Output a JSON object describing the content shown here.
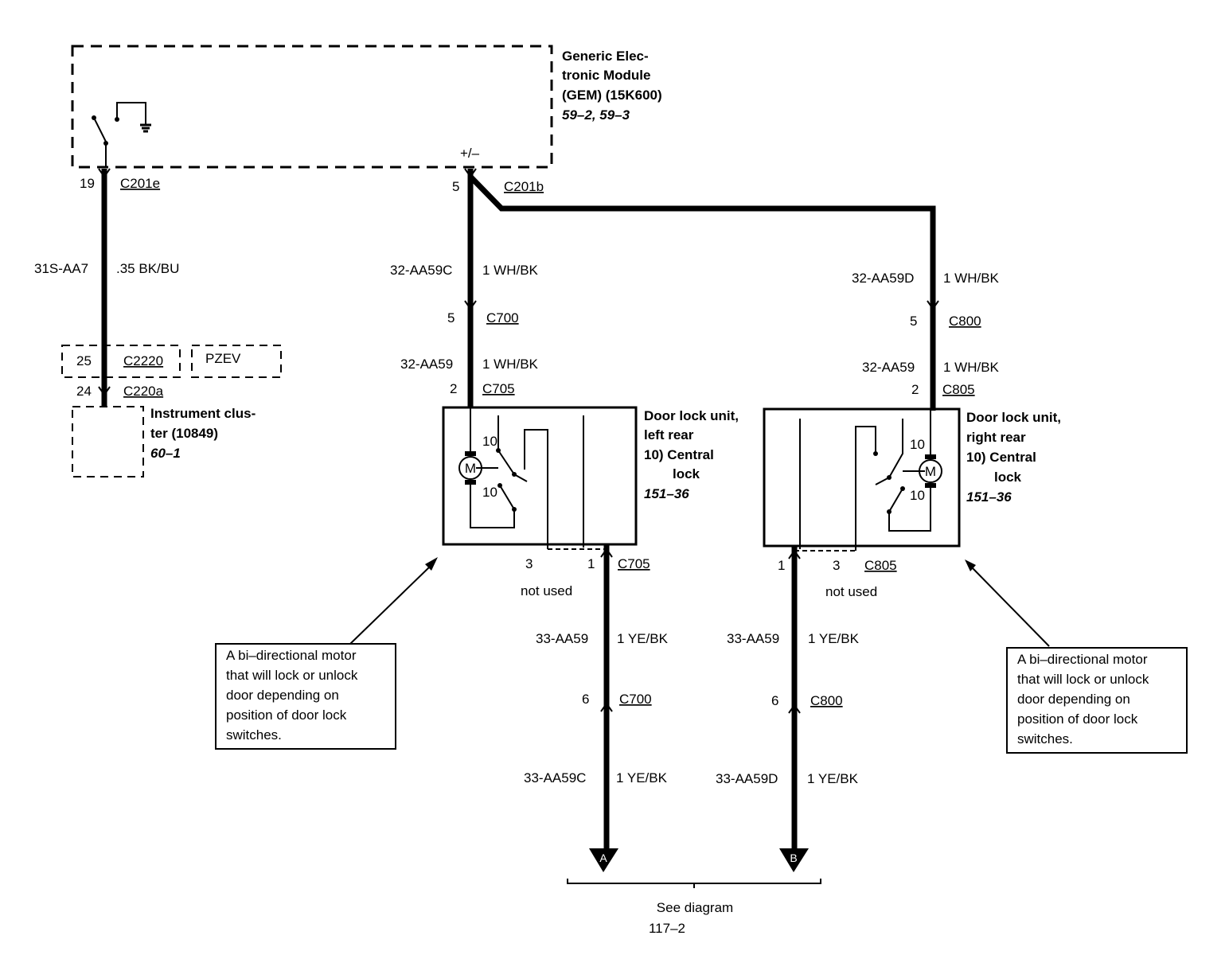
{
  "gem": {
    "title_lines": [
      "Generic Elec-",
      "tronic Module",
      "(GEM) (15K600)"
    ],
    "ref": "59–2, 59–3",
    "terminal": "+/–"
  },
  "left_branch": {
    "pin_top": "19",
    "conn_top": "C201e",
    "circuit": "31S-AA7",
    "wire": ".35 BK/BU",
    "pin_c2220": "25",
    "conn_c2220": "C2220",
    "pzev": "PZEV",
    "pin_c220a": "24",
    "conn_c220a": "C220a",
    "cluster_lines": [
      "Instrument clus-",
      "ter (10849)"
    ],
    "cluster_ref": "60–1"
  },
  "center": {
    "pin_c201b": "5",
    "conn_c201b": "C201b",
    "circuit1": "32-AA59C",
    "wire1": "1 WH/BK",
    "pin_c700": "5",
    "conn_c700": "C700",
    "circuit2": "32-AA59",
    "wire2": "1 WH/BK",
    "pin_c705": "2",
    "conn_c705": "C705",
    "unit_lines": [
      "Door lock unit,",
      "left rear",
      "10)  Central",
      "lock"
    ],
    "unit_ref": "151–36",
    "motor": "M",
    "sw_top": "10",
    "sw_bot": "10",
    "pin3": "3",
    "pin1": "1",
    "conn_c705b": "C705",
    "not_used": "not used",
    "circuit3": "33-AA59",
    "wire3": "1 YE/BK",
    "pin6": "6",
    "conn_c700b": "C700",
    "circuit4": "33-AA59C",
    "wire4": "1 YE/BK",
    "arrow": "A"
  },
  "right": {
    "circuit1": "32-AA59D",
    "wire1": "1 WH/BK",
    "pin_c800": "5",
    "conn_c800": "C800",
    "circuit2": "32-AA59",
    "wire2": "1 WH/BK",
    "pin_c805": "2",
    "conn_c805": "C805",
    "unit_lines": [
      "Door lock unit,",
      "right rear",
      "10)  Central",
      "lock"
    ],
    "unit_ref": "151–36",
    "motor": "M",
    "sw_top": "10",
    "sw_bot": "10",
    "pin1": "1",
    "pin3": "3",
    "conn_c805b": "C805",
    "not_used": "not used",
    "circuit3": "33-AA59",
    "wire3": "1 YE/BK",
    "pin6": "6",
    "conn_c800b": "C800",
    "circuit4": "33-AA59D",
    "wire4": "1 YE/BK",
    "arrow": "B"
  },
  "note_left": [
    "A bi–directional motor",
    "that will lock or unlock",
    "door depending on",
    "position of door lock",
    "switches."
  ],
  "note_right": [
    "A bi–directional motor",
    "that will lock or unlock",
    "door depending on",
    "position of door lock",
    "switches."
  ],
  "footer": [
    "See diagram",
    "117–2"
  ]
}
